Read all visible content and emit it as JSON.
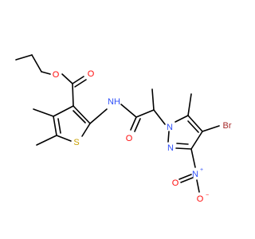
{
  "molecule": {
    "atoms": [
      {
        "id": "o_carbonyl_ester",
        "label": "O",
        "element": "O"
      },
      {
        "id": "o_ester",
        "label": "O",
        "element": "O"
      },
      {
        "id": "n_amide",
        "label": "NH",
        "element": "N"
      },
      {
        "id": "s_thiophene",
        "label": "S",
        "element": "S"
      },
      {
        "id": "o_amide",
        "label": "O",
        "element": "O"
      },
      {
        "id": "n_pyrazole_1",
        "label": "N",
        "element": "N"
      },
      {
        "id": "n_pyrazole_2",
        "label": "N",
        "element": "N"
      },
      {
        "id": "br",
        "label": "Br",
        "element": "Br"
      },
      {
        "id": "n_nitro",
        "label": "N",
        "element": "N"
      },
      {
        "id": "o_nitro_1",
        "label": "O",
        "element": "O"
      },
      {
        "id": "o_nitro_2",
        "label": "O",
        "element": "O"
      }
    ],
    "charges": {
      "n_nitro": "+",
      "o_nitro_2": "−"
    }
  },
  "colors": {
    "bond": "#000000",
    "O": "#ff0d0d",
    "N": "#3050f8",
    "S": "#c8a000",
    "Br": "#a62929",
    "H": "#3050f8"
  }
}
